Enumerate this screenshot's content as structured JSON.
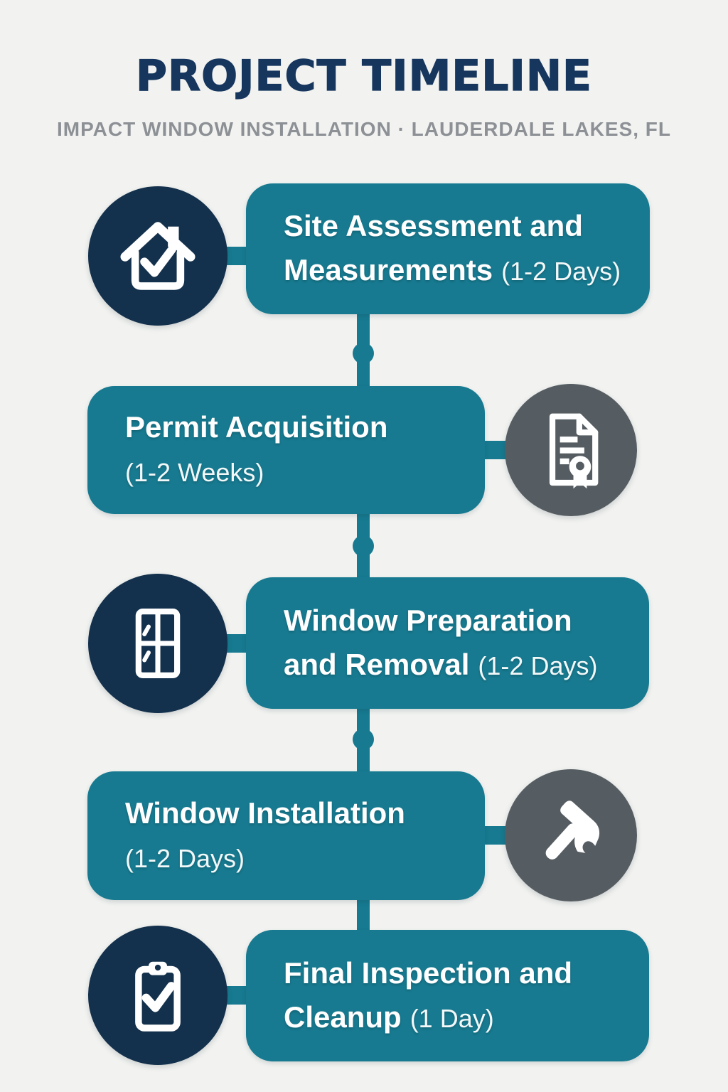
{
  "header": {
    "title": "PROJECT TIMELINE",
    "subtitle": "IMPACT WINDOW INSTALLATION · LAUDERDALE LAKES, FL"
  },
  "steps": [
    {
      "id": 1,
      "side": "left",
      "icon": "house-check-icon",
      "line1": "Site Assessment and",
      "line2": "Measurements",
      "duration": "(1-2 Days)"
    },
    {
      "id": 2,
      "side": "right",
      "icon": "certificate-icon",
      "line1": "Permit Acquisition",
      "line2": "",
      "duration": "(1-2 Weeks)"
    },
    {
      "id": 3,
      "side": "left",
      "icon": "window-icon",
      "line1": "Window Preparation",
      "line2": "and Removal",
      "duration": "(1-2 Days)"
    },
    {
      "id": 4,
      "side": "right",
      "icon": "hammer-icon",
      "line1": "Window Installation",
      "line2": "",
      "duration": "(1-2 Days)"
    },
    {
      "id": 5,
      "side": "left",
      "icon": "clipboard-check-icon",
      "line1": "Final Inspection and",
      "line2": "Cleanup",
      "duration": "(1 Day)"
    }
  ],
  "colors": {
    "background": "#F2F3F1",
    "teal": "#177A90",
    "navy_circle": "#13304C",
    "gray_circle": "#565D62",
    "title": "#17365E",
    "subtitle": "#8D9196",
    "text_on_teal": "#FFFFFF"
  }
}
